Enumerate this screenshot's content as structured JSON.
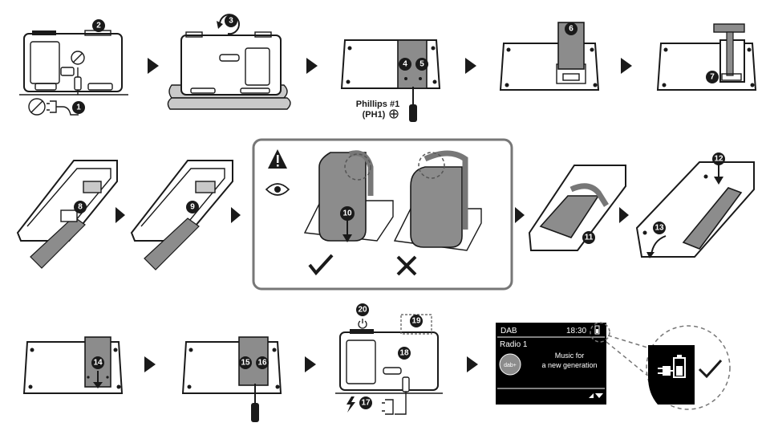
{
  "steps": [
    "1",
    "2",
    "3",
    "4",
    "5",
    "6",
    "7",
    "8",
    "9",
    "10",
    "11",
    "12",
    "13",
    "14",
    "15",
    "16",
    "17",
    "18",
    "19",
    "20"
  ],
  "tool": {
    "line1": "Phillips #1",
    "line2": "(PH1)"
  },
  "screen": {
    "mode": "DAB",
    "time": "18:30",
    "station": "Radio 1",
    "message_line1": "Music for",
    "message_line2": "a new generation",
    "logo": "dab+"
  },
  "icons": [
    "warning-icon",
    "eye-icon",
    "check-icon",
    "cross-icon",
    "power-icon",
    "lightning-icon",
    "battery-icon",
    "plug-icon",
    "screwdriver-icon",
    "rotate-icon"
  ],
  "colors": {
    "ink": "#1a1a1a",
    "gray": "#8c8c8c",
    "screen_bg": "#000000"
  }
}
